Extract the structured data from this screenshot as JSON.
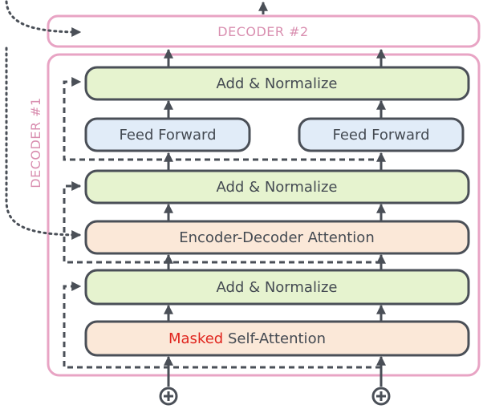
{
  "decoder2": {
    "label": "DECODER #2"
  },
  "decoder1": {
    "label": "DECODER #1"
  },
  "blocks": {
    "add_norm_top": "Add & Normalize",
    "feed_forward_left": "Feed Forward",
    "feed_forward_right": "Feed Forward",
    "add_norm_mid": "Add & Normalize",
    "enc_dec_attention": "Encoder-Decoder Attention",
    "add_norm_bottom": "Add & Normalize",
    "masked_prefix": "Masked",
    "self_attention": " Self-Attention"
  },
  "colors": {
    "decoder_frame": "#e8a4c4",
    "add_norm_fill": "#e6f3cf",
    "feed_forward_fill": "#e1ecf8",
    "attention_fill": "#fbe8d8",
    "block_stroke": "#4a4f57",
    "masked_text": "#e0261f",
    "arrow": "#4a4f57"
  },
  "icons": {
    "input_left": "plus-circle-icon",
    "input_right": "plus-circle-icon"
  }
}
